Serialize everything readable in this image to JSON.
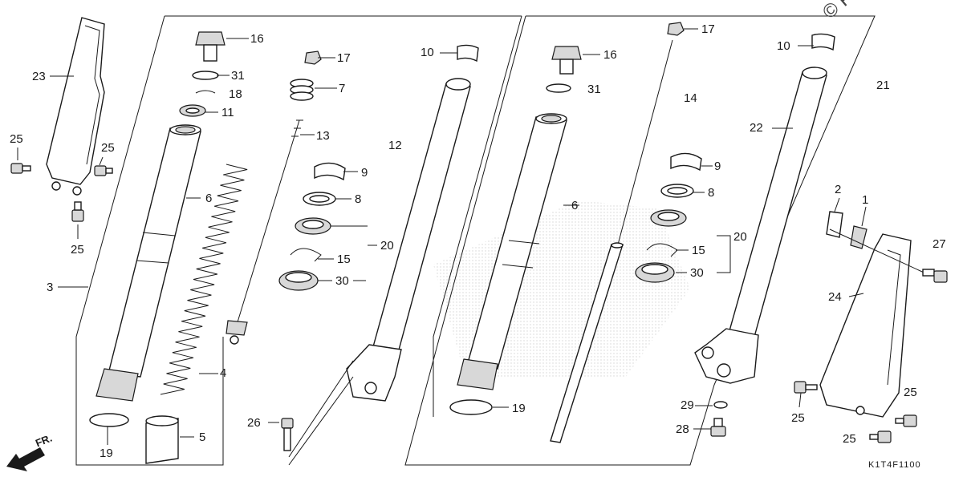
{
  "watermark": "© Pa",
  "diagram_code": "K1T4F1100",
  "direction_label": "FR.",
  "callouts": {
    "c23": "23",
    "c25a": "25",
    "c25b": "25",
    "c25c": "25",
    "c3": "3",
    "c6a": "6",
    "c4": "4",
    "c5": "5",
    "c19a": "19",
    "c16a": "16",
    "c31a": "31",
    "c18": "18",
    "c11": "11",
    "c17a": "17",
    "c7": "7",
    "c13": "13",
    "c12": "12",
    "c9a": "9",
    "c8a": "8",
    "c20a": "20",
    "c15a": "15",
    "c30a": "30",
    "c26": "26",
    "c10a": "10",
    "c17b": "17",
    "c16b": "16",
    "c31b": "31",
    "c14": "14",
    "c6b": "6",
    "c19b": "19",
    "c10b": "10",
    "c21": "21",
    "c22": "22",
    "c9b": "9",
    "c8b": "8",
    "c20b": "20",
    "c15b": "15",
    "c30b": "30",
    "c29": "29",
    "c28": "28",
    "c2": "2",
    "c1": "1",
    "c27": "27",
    "c24": "24",
    "c25d": "25",
    "c25e": "25",
    "c25f": "25"
  }
}
